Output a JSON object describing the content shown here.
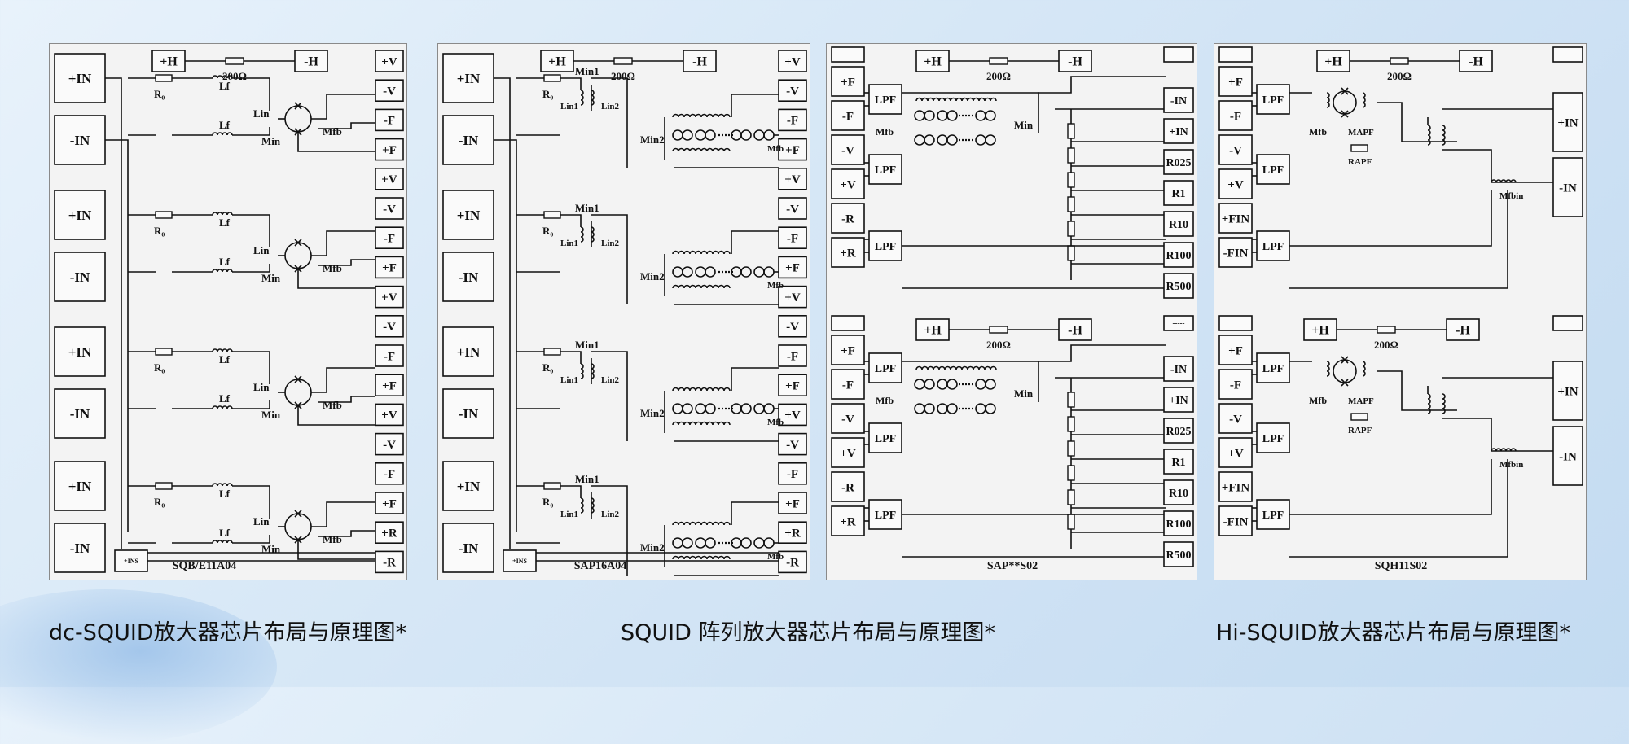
{
  "captions": {
    "dc": "dc-SQUID放大器芯片布局与原理图*",
    "array": "SQUID 阵列放大器芯片布局与原理图*",
    "hi": "Hi-SQUID放大器芯片布局与原理图*"
  },
  "chips": [
    {
      "name": "SQB/E11A04",
      "left_pads": [
        "+IN",
        "-IN",
        "+IN",
        "-IN",
        "+IN",
        "-IN",
        "+IN",
        "-IN"
      ],
      "right_pads": [
        "+V",
        "-V",
        "-F",
        "+F",
        "+V",
        "-V",
        "-F",
        "+F",
        "+V",
        "-V",
        "-F",
        "+F",
        "+V",
        "-V",
        "-F",
        "+F",
        "+R",
        "-R"
      ],
      "top": {
        "h_pos": "+H",
        "h_neg": "-H",
        "resistor": "200Ω"
      },
      "ins_pad": "+INS",
      "labels": {
        "r0": "R₀",
        "lf": "Lf",
        "lin": "Lin",
        "min": "Min",
        "mfb": "Mfb"
      }
    },
    {
      "name": "SAP16A04",
      "left_pads": [
        "+IN",
        "-IN",
        "+IN",
        "-IN",
        "+IN",
        "-IN",
        "+IN",
        "-IN"
      ],
      "right_pads": [
        "+V",
        "-V",
        "-F",
        "+F",
        "+V",
        "-V",
        "-F",
        "+F",
        "+V",
        "-V",
        "-F",
        "+F",
        "+V",
        "-V",
        "-F",
        "+F",
        "+R",
        "-R"
      ],
      "top": {
        "h_pos": "+H",
        "h_neg": "-H",
        "resistor": "200Ω"
      },
      "ins_pad": "+INS",
      "labels": {
        "r0": "R₀",
        "min1": "Min1",
        "lin1": "Lin1",
        "lin2": "Lin2",
        "min2": "Min2",
        "mfb": "Mfb"
      }
    },
    {
      "name": "SAP**S02",
      "left_pads_a": [
        "+F",
        "-F",
        "-V",
        "+V",
        "-R",
        "+R"
      ],
      "left_pads_b": [
        "+F",
        "-F",
        "-V",
        "+V",
        "-R",
        "+R"
      ],
      "right_pads_a": [
        "-----",
        "-IN",
        "+IN",
        "R025",
        "R1",
        "R10",
        "R100",
        "R500"
      ],
      "right_pads_b": [
        "-----",
        "-IN",
        "+IN",
        "R025",
        "R1",
        "R10",
        "R100",
        "R500"
      ],
      "top": {
        "h_pos": "+H",
        "h_neg": "-H",
        "resistor": "200Ω"
      },
      "lpf": "LPF",
      "labels": {
        "mfb": "Mfb",
        "min": "Min"
      }
    },
    {
      "name": "SQH11S02",
      "left_pads_a": [
        "+F",
        "-F",
        "-V",
        "+V",
        "+FIN",
        "-FIN"
      ],
      "left_pads_b": [
        "+F",
        "-F",
        "-V",
        "+V",
        "+FIN",
        "-FIN"
      ],
      "right_pads": [
        "+IN",
        "-IN"
      ],
      "top": {
        "h_pos": "+H",
        "h_neg": "-H",
        "resistor": "200Ω"
      },
      "lpf": "LPF",
      "labels": {
        "mfb": "Mfb",
        "mapf": "MAPF",
        "rapf": "RAPF",
        "mfbin": "Mfbin"
      }
    }
  ]
}
